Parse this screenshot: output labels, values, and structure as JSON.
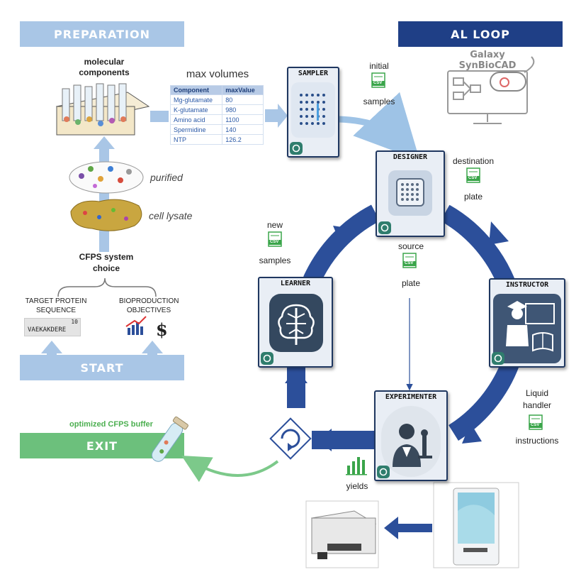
{
  "banners": {
    "preparation": "PREPARATION",
    "al_loop": "AL LOOP",
    "start": "START",
    "exit": "EXIT"
  },
  "preparation": {
    "molecular_components": "molecular\ncomponents",
    "purified": "purified",
    "cell_lysate": "cell lysate",
    "cfps_choice": "CFPS system\nchoice",
    "target_protein": "TARGET PROTEIN\nSEQUENCE",
    "bioproduction": "BIOPRODUCTION\nOBJECTIVES",
    "sequence_index": "10",
    "sequence": "VAEKAKDERE",
    "dollar": "$"
  },
  "max_volumes": {
    "title": "max volumes",
    "headers": [
      "Component",
      "maxValue"
    ],
    "rows": [
      [
        "Mg-glutamate",
        "80"
      ],
      [
        "K-glutamate",
        "980"
      ],
      [
        "Amino acid",
        "1100"
      ],
      [
        "Spermidine",
        "140"
      ],
      [
        "NTP",
        "126.2"
      ]
    ]
  },
  "galaxy": {
    "line1": "Galaxy",
    "line2": "SynBioCAD"
  },
  "modules": {
    "sampler": "SAMPLER",
    "designer": "DESIGNER",
    "instructor": "INSTRUCTOR",
    "experimenter": "EXPERIMENTER",
    "learner": "LEARNER"
  },
  "files": {
    "csv_label": "CSV",
    "initial": "initial",
    "samples": "samples",
    "destination": "destination",
    "dest_plate": "plate",
    "source": "source",
    "source_plate": "plate",
    "new": "new",
    "new_samples": "samples",
    "liquid_handler": "Liquid\nhandler",
    "instructions": "instructions",
    "yields": "yields"
  },
  "exit": {
    "optimized": "optimized CFPS buffer"
  },
  "colors": {
    "prep_banner": "#a9c6e6",
    "loop_banner": "#1f3f86",
    "loop_ring": "#2c4f9a",
    "exit_banner": "#6cc07c",
    "csv_green": "#3aa54a",
    "arrow_light": "#9ec3e6",
    "exit_arrow": "#7cc98a"
  }
}
